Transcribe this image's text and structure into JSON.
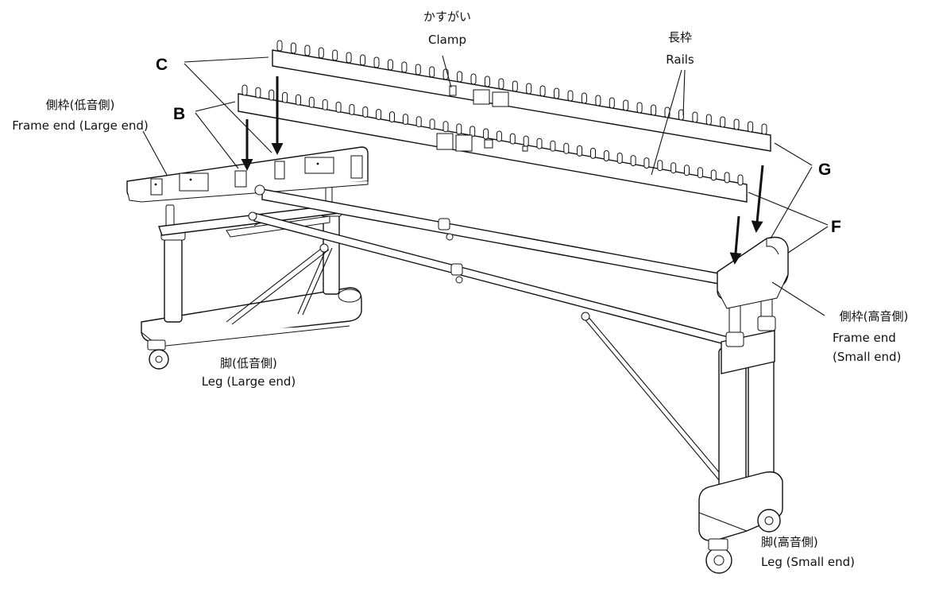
{
  "labels": {
    "clamp_jp": "かすがい",
    "clamp_en": "Clamp",
    "rails_jp": "長枠",
    "rails_en": "Rails",
    "frame_large_jp": "側枠(低音側)",
    "frame_large_en": "Frame end (Large end)",
    "leg_large_jp": "脚(低音側)",
    "leg_large_en": "Leg (Large end)",
    "frame_small_jp": "側枠(高音側)",
    "frame_small_en_1": "Frame end",
    "frame_small_en_2": "(Small end)",
    "leg_small_jp": "脚(高音側)",
    "leg_small_en": "Leg (Small end)"
  },
  "letters": {
    "c": "C",
    "b": "B",
    "g": "G",
    "f": "F"
  }
}
